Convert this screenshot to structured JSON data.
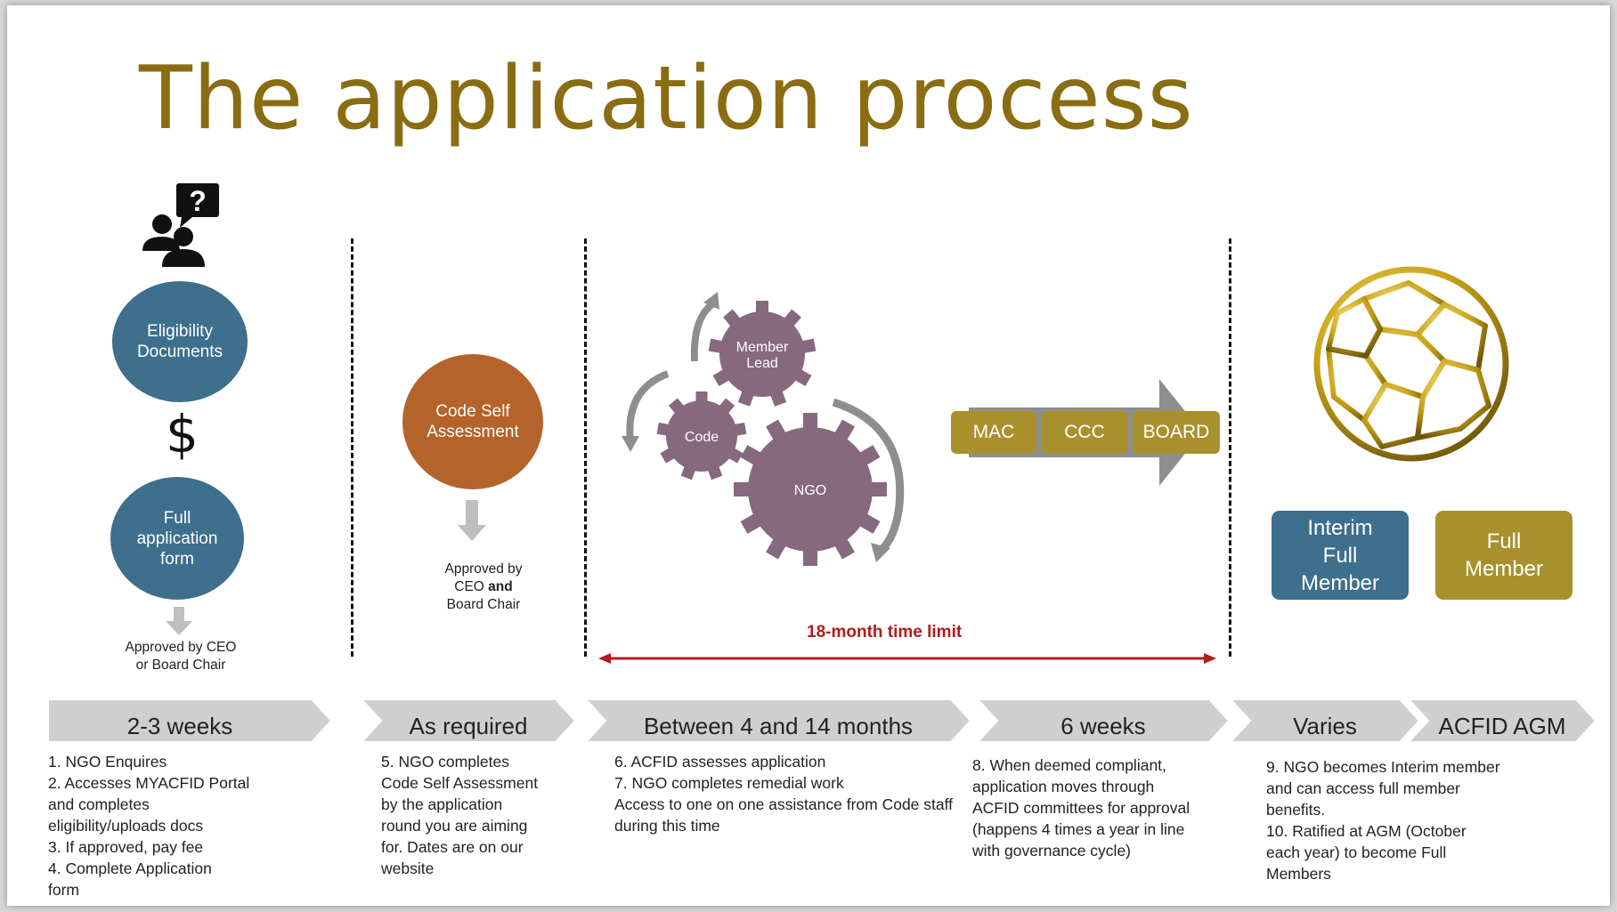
{
  "title": "The application process",
  "colors": {
    "title": "#8a6d13",
    "teal": "#3e6f8c",
    "rust": "#b4632a",
    "gold": "#a8912d",
    "gear": "#86697f",
    "arrow_grey": "#8e8e8e",
    "timeline_red": "#b01c1c",
    "chevron": "#cfcfcf"
  },
  "icons": {
    "enquiry": "people-with-question-bubble-icon",
    "fee": "dollar-sign-icon",
    "globe": "gold-lattice-globe-icon"
  },
  "stage1": {
    "dollar": "$",
    "circle1": "Eligibility Documents",
    "circle2": "Full application form",
    "approval": "Approved by CEO or Board Chair"
  },
  "stage2": {
    "circle": "Code Self Assessment",
    "approval_line1": "Approved by",
    "approval_line2a": "CEO ",
    "approval_line2b": "and",
    "approval_line3": "Board Chair"
  },
  "stage3": {
    "gears": [
      "Member Lead",
      "Code",
      "NGO"
    ],
    "time_limit": "18-month time limit"
  },
  "stage4": {
    "committees": [
      "MAC",
      "CCC",
      "BOARD"
    ]
  },
  "stage5": {
    "interim": "Interim Full Member",
    "full": "Full Member"
  },
  "timeline": [
    "2-3 weeks",
    "As required",
    "Between  4 and 14 months",
    "6 weeks",
    "Varies",
    "ACFID AGM"
  ],
  "steps": {
    "col1": "1. NGO Enquires\n2. Accesses MYACFID Portal\nand completes\neligibility/uploads docs\n3. If approved, pay fee\n4. Complete Application\nform",
    "col2": "5. NGO completes\nCode Self Assessment\nby the application\nround you are aiming\nfor. Dates are on our\nwebsite",
    "col3": "6. ACFID assesses  application\n7. NGO completes remedial work\nAccess to one on one assistance from Code staff\nduring this time",
    "col4": "8. When deemed compliant,\napplication moves through\nACFID committees for approval\n(happens 4 times a year in line\nwith governance cycle)",
    "col5": "9. NGO becomes  Interim member\nand can access full  member\nbenefits.\n10. Ratified at AGM (October\neach year) to become Full\nMembers"
  }
}
